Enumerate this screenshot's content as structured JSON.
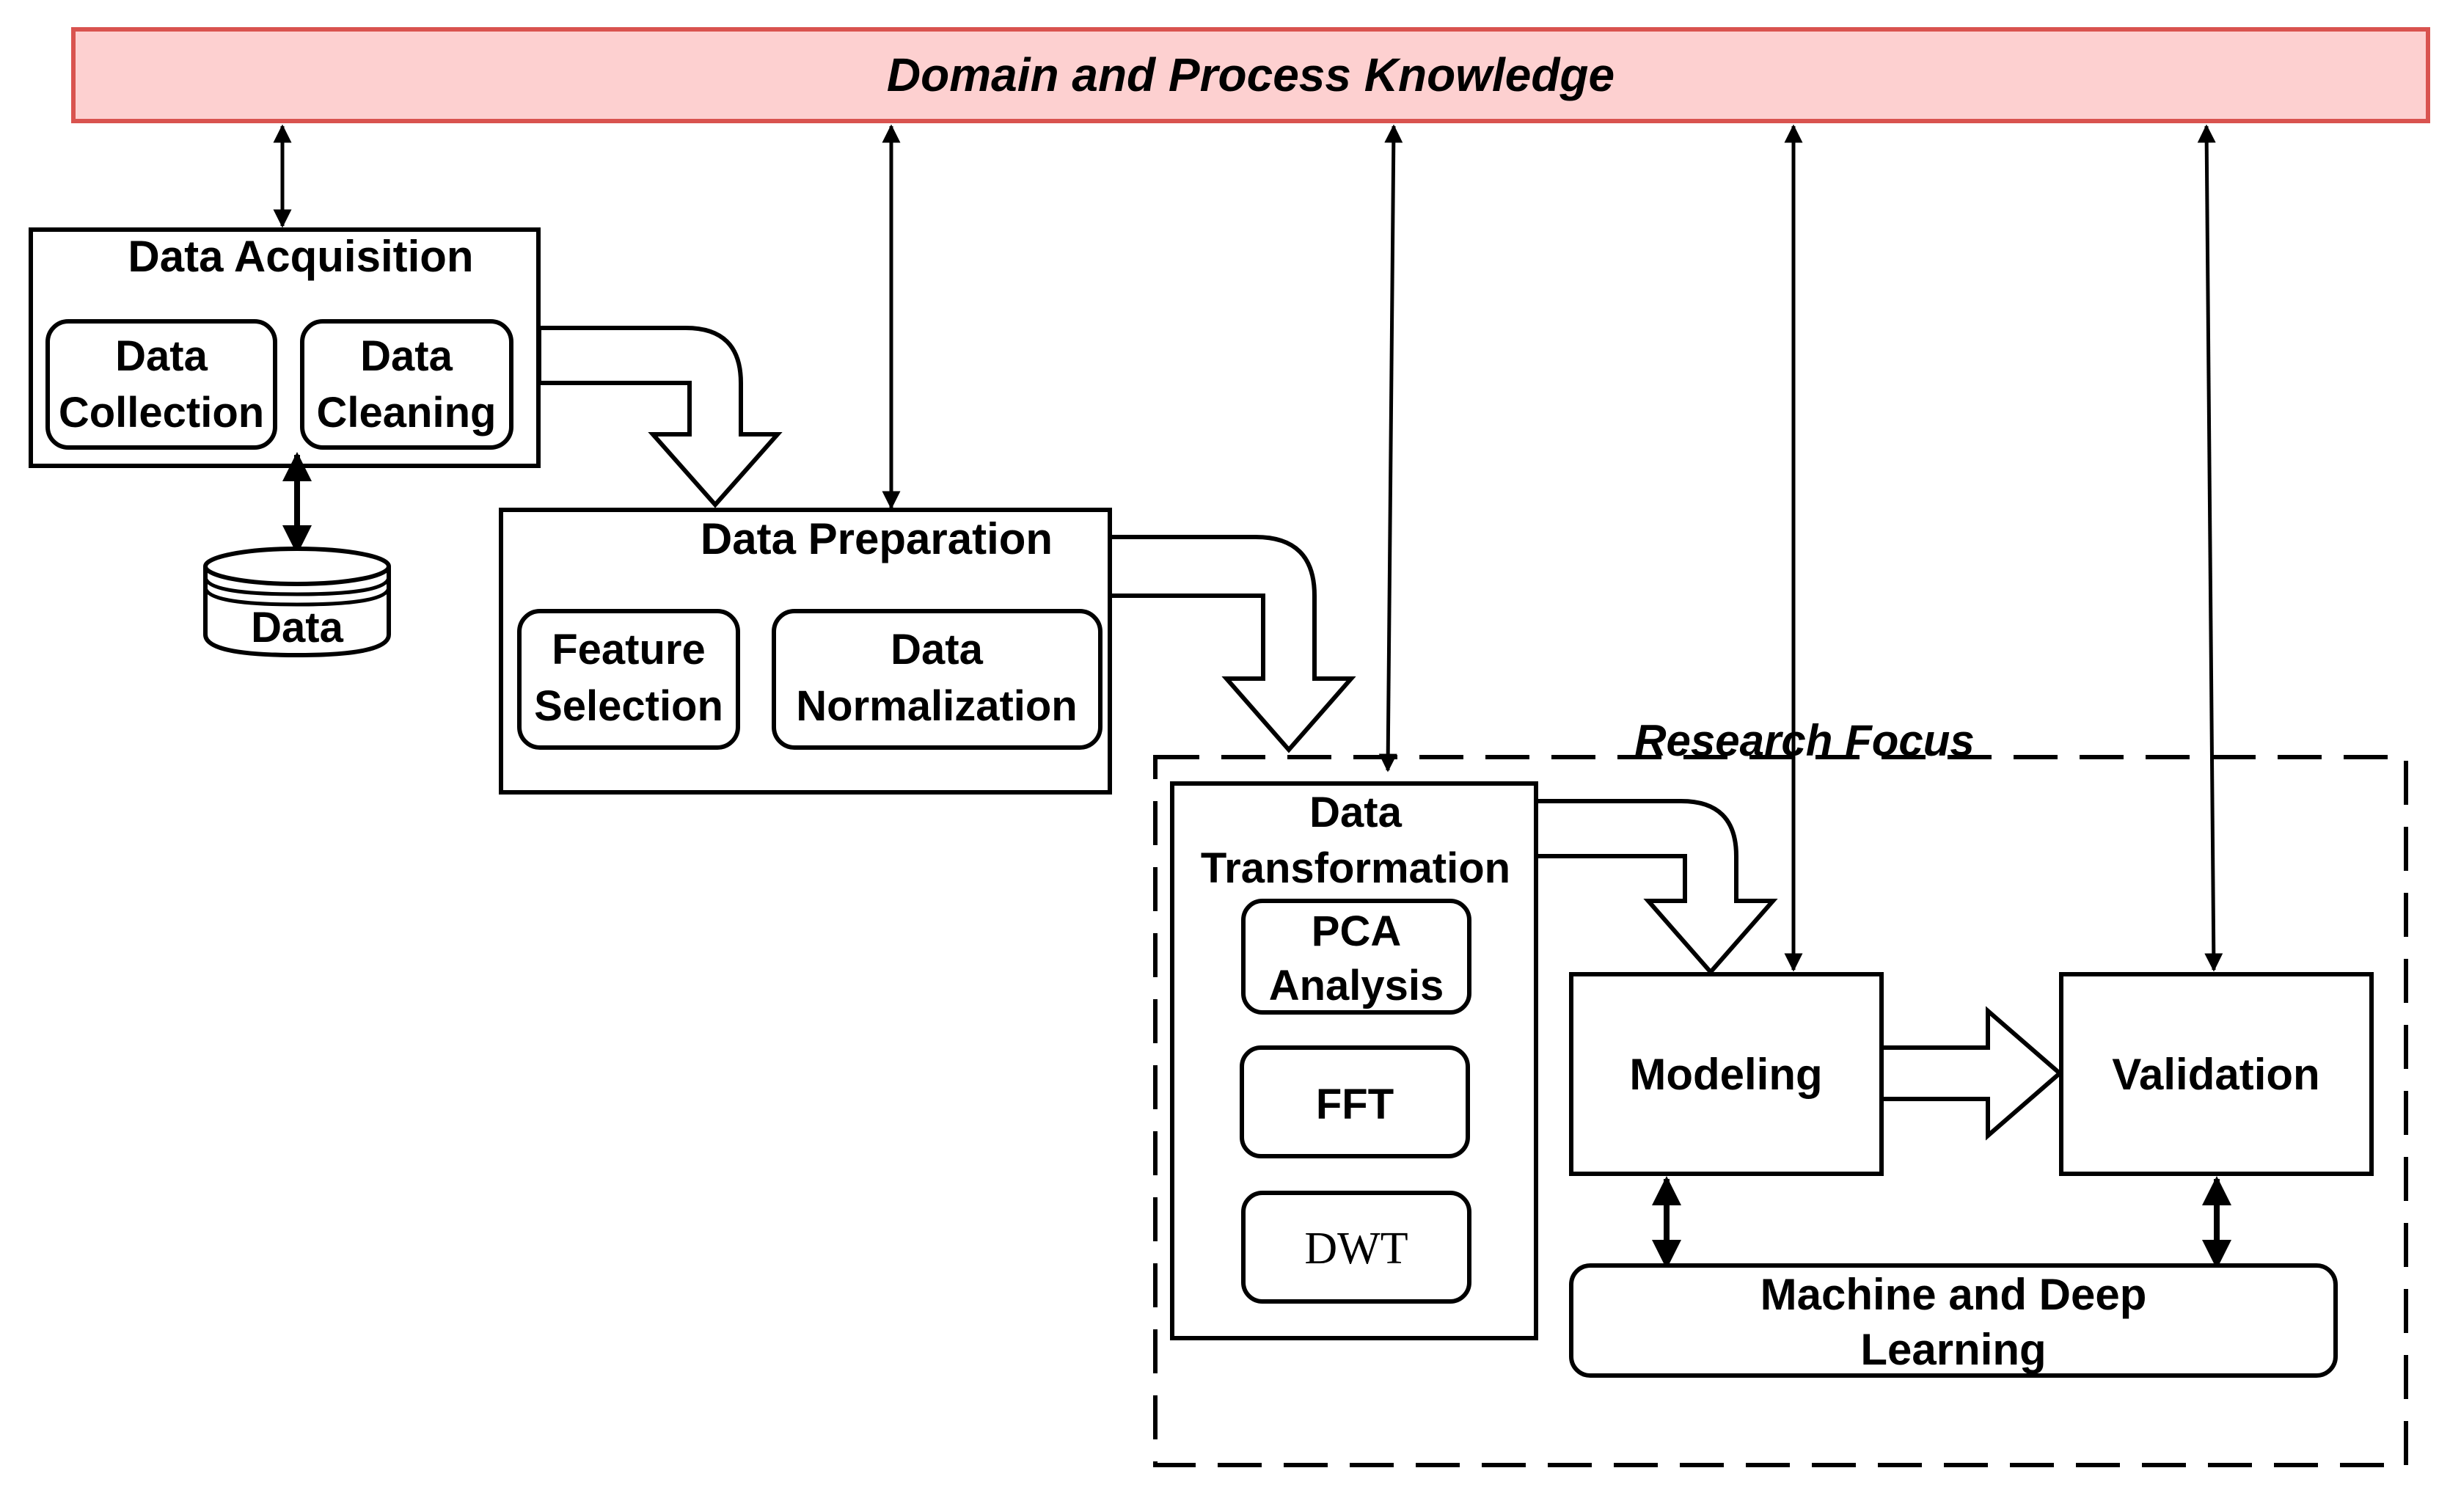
{
  "diagram": {
    "banner": {
      "label": "Domain and Process Knowledge",
      "fill": "#fdd0d0",
      "stroke": "#d9534f"
    },
    "acquisition": {
      "title": "Data Acquisition",
      "collection": [
        "Data",
        "Collection"
      ],
      "cleaning": [
        "Data",
        "Cleaning"
      ]
    },
    "data_store": {
      "label": "Data"
    },
    "preparation": {
      "title": "Data Preparation",
      "feature_selection": [
        "Feature",
        "Selection"
      ],
      "normalization": [
        "Data",
        "Normalization"
      ]
    },
    "research_focus": {
      "label": "Research Focus"
    },
    "transformation": {
      "title": [
        "Data",
        "Transformation"
      ],
      "pca": [
        "PCA",
        "Analysis"
      ],
      "fft": "FFT",
      "dwt": "DWT"
    },
    "modeling": {
      "label": "Modeling"
    },
    "validation": {
      "label": "Validation"
    },
    "ml": {
      "label": [
        "Machine and Deep",
        "Learning"
      ]
    }
  }
}
